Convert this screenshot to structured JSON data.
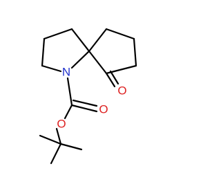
{
  "molecule": {
    "atoms": {
      "n1": {
        "symbol": "N",
        "color": "#2233cc"
      },
      "o_ketone": {
        "symbol": "O",
        "color": "#dd2222"
      },
      "o_carbonyl": {
        "symbol": "O",
        "color": "#dd2222"
      },
      "o_ester": {
        "symbol": "O",
        "color": "#dd2222"
      }
    },
    "bond_color": "#000000"
  }
}
